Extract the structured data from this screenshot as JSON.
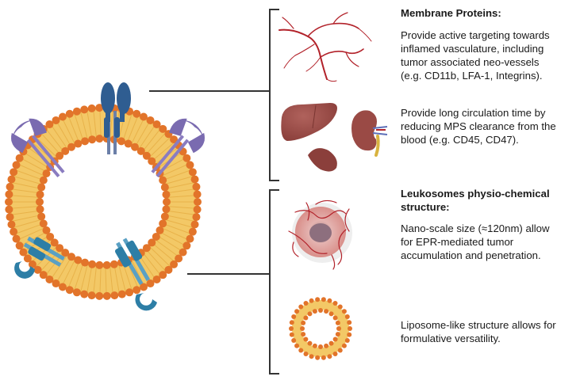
{
  "sections": {
    "membrane": {
      "title": "Membrane Proteins:",
      "items": [
        {
          "icon": "blood-vessels",
          "text": "Provide active targeting towards\ninflamed vasculature, including\ntumor associated neo-vessels\n(e.g. CD11b, LFA-1, Integrins)."
        },
        {
          "icon": "liver-kidney-spleen",
          "text": "Provide long circulation time by\nreducing MPS clearance from the\nblood (e.g. CD45, CD47)."
        }
      ]
    },
    "structure": {
      "title": "Leukosomes physio-chemical\nstructure:",
      "items": [
        {
          "icon": "tumor",
          "text": "Nano-scale size (≈120nm) allow\nfor EPR-mediated tumor\naccumulation and penetration."
        },
        {
          "icon": "liposome",
          "text": "Liposome-like structure allows for\nformulative versatility."
        }
      ]
    }
  },
  "colors": {
    "lipid_head": "#e2742a",
    "lipid_tail": "#f3c866",
    "protein_blue": "#2f5d91",
    "protein_purple": "#7a6bb0",
    "protein_teal": "#2d7ea6",
    "vessel_red": "#b2222a",
    "organ_brown": "#9a4a45",
    "bracket": "#333333"
  }
}
